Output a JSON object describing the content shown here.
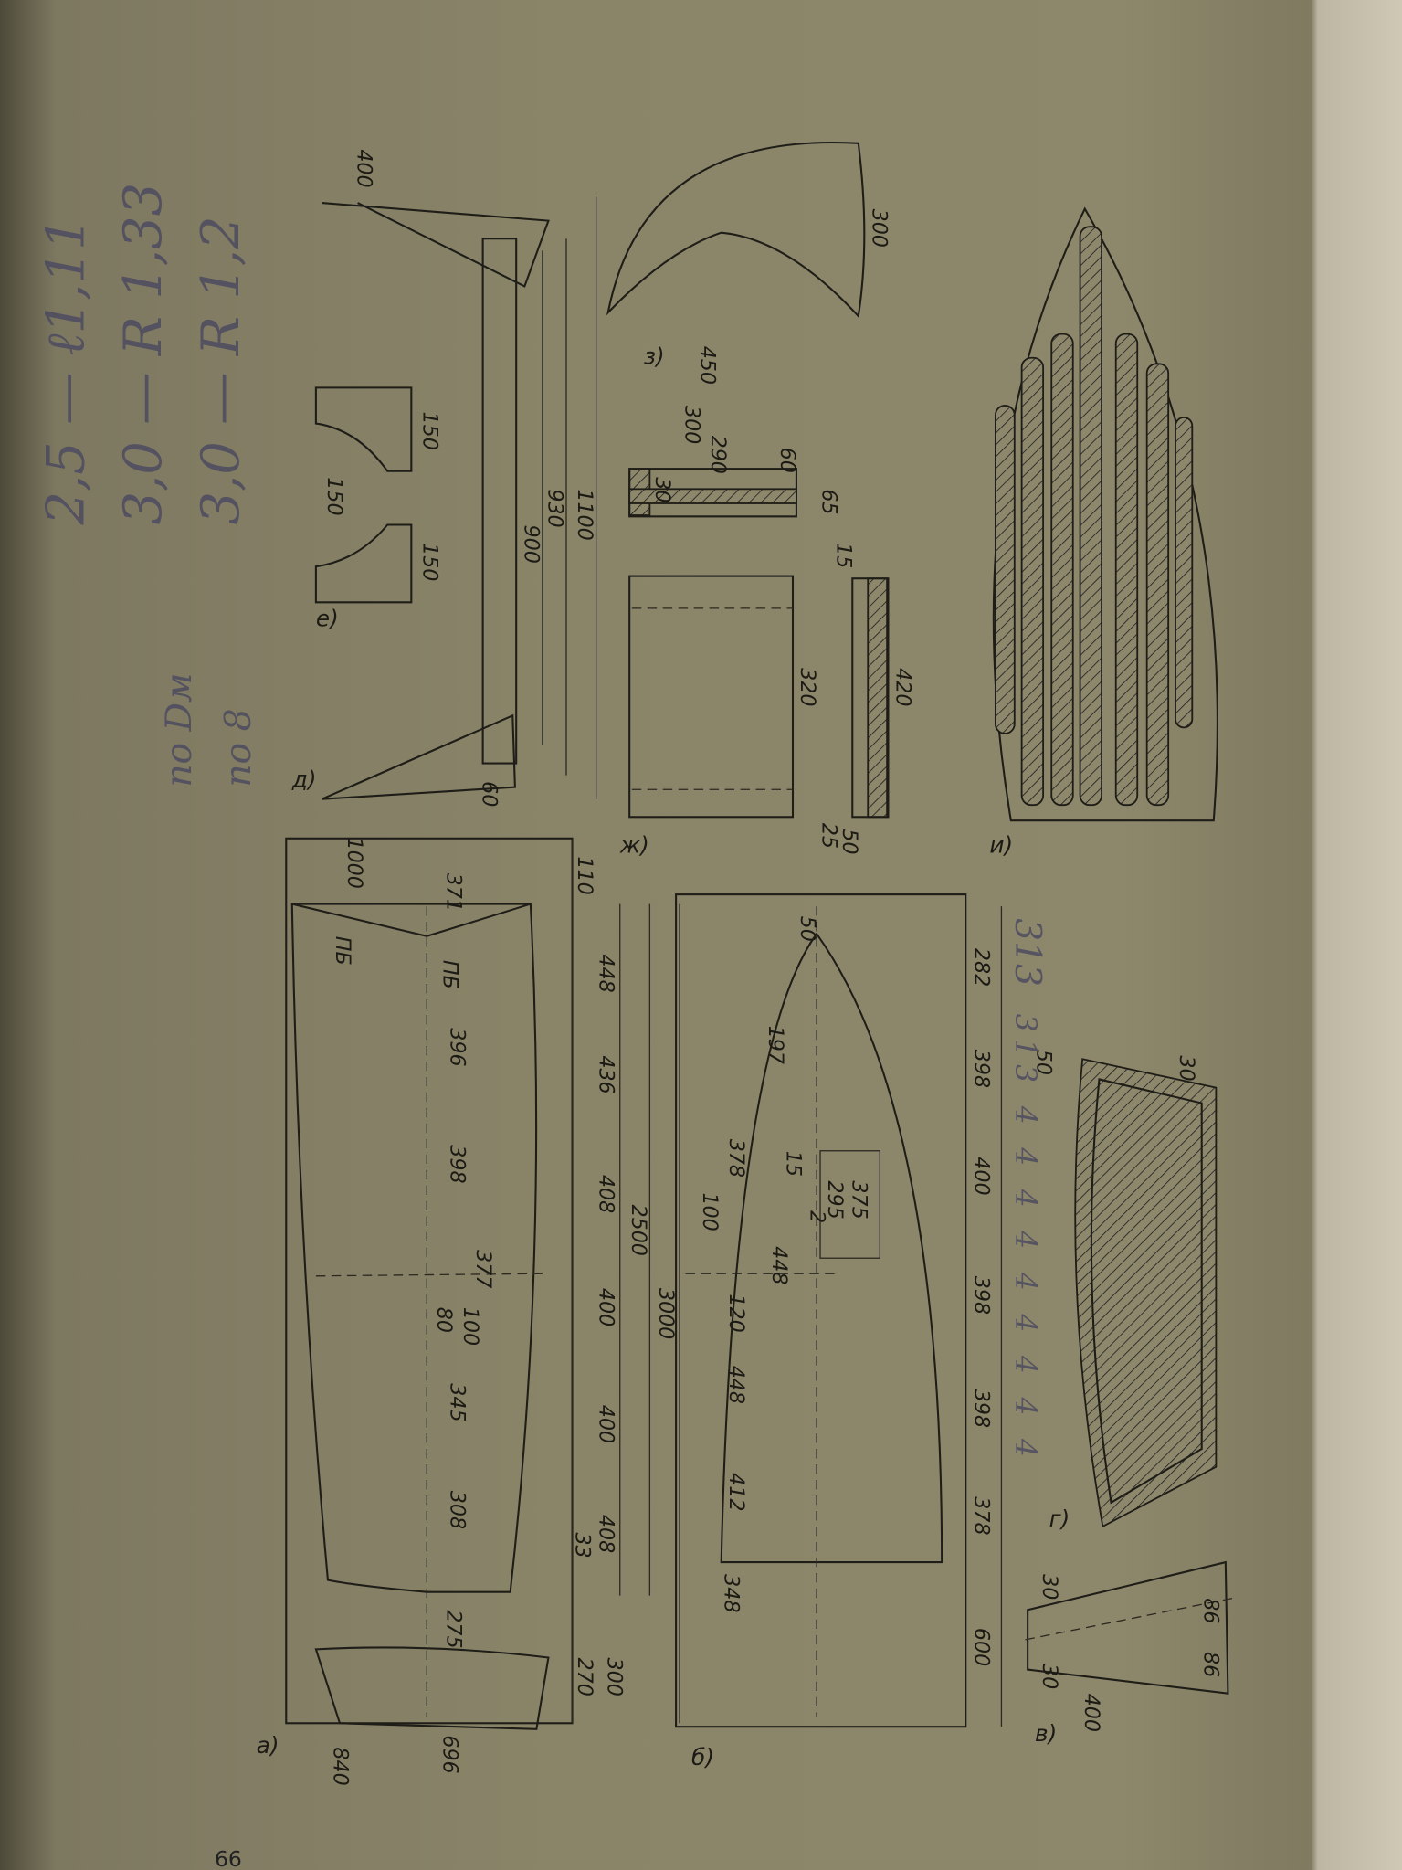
{
  "page_number": "66",
  "handwritten_notes": {
    "line1": "2,5 — ℓ1,11",
    "line2": "3,0 — R 1,33",
    "line3": "3,0 — R 1,2",
    "side1": "no Dм",
    "side2": "no 8",
    "margin": "313 4 4 4 4 4 4 4 4 4"
  },
  "figures": {
    "a": {
      "label": "а)",
      "dims": [
        "1000",
        "371",
        "110",
        "448",
        "436",
        "408",
        "400",
        "400",
        "408",
        "33",
        "270",
        "300",
        "840",
        "696",
        "275",
        "308",
        "345",
        "377",
        "80",
        "100",
        "398",
        "396"
      ],
      "marks": [
        "ПБ",
        "ПБ"
      ],
      "overall": [
        "2500",
        "3000"
      ]
    },
    "b": {
      "label": "б)",
      "dims": [
        "50",
        "282",
        "398",
        "400",
        "398",
        "398",
        "378",
        "600",
        "197",
        "378",
        "15",
        "2",
        "295",
        "375",
        "100",
        "448",
        "120",
        "448",
        "412",
        "348"
      ],
      "margin_note": "313"
    },
    "v": {
      "label": "в)",
      "dims": [
        "30",
        "30",
        "86",
        "86",
        "400"
      ]
    },
    "g": {
      "label": "г)",
      "dims": [
        "50",
        "30"
      ]
    },
    "d": {
      "label": "д)",
      "dims": [
        "400",
        "900",
        "930",
        "1100",
        "60"
      ]
    },
    "e": {
      "label": "е)",
      "dims": [
        "150",
        "150",
        "150"
      ]
    },
    "zh": {
      "label": "ж)",
      "dims": [
        "320",
        "420",
        "25",
        "50",
        "15"
      ]
    },
    "z": {
      "label": "з)",
      "dims": [
        "300",
        "450",
        "300",
        "290",
        "60",
        "30",
        "65"
      ]
    },
    "i": {
      "label": "и)"
    }
  }
}
